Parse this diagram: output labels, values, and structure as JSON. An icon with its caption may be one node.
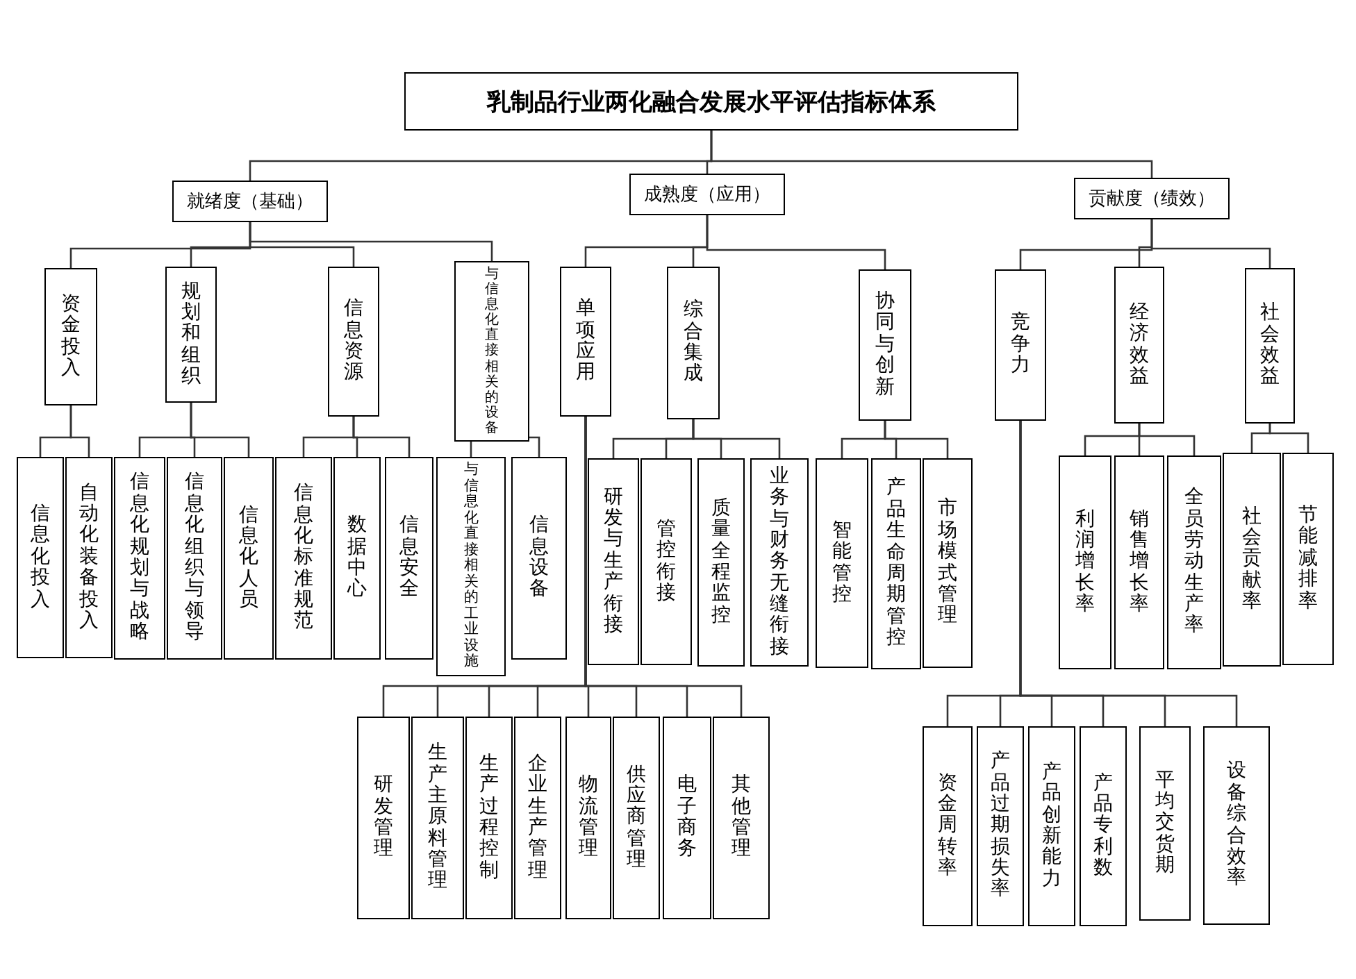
{
  "diagram": {
    "nodes": [
      {
        "text": [
          "乳制品行业两化融合发展水平评估指标体系"
        ]
      },
      {
        "text": [
          "就绪度（基础）"
        ]
      },
      {
        "text": [
          "成熟度（应用）"
        ]
      },
      {
        "text": [
          "贡献度（绩效）"
        ]
      },
      {
        "text": [
          "资金投入"
        ]
      },
      {
        "text": [
          "规划和组织"
        ]
      },
      {
        "text": [
          "信息资源"
        ]
      },
      {
        "text": [
          "与信息化直接相关的设备"
        ]
      },
      {
        "text": [
          "单项应用"
        ]
      },
      {
        "text": [
          "综合集成"
        ]
      },
      {
        "text": [
          "协同与创新"
        ]
      },
      {
        "text": [
          "竞争力"
        ]
      },
      {
        "text": [
          "经济效益"
        ]
      },
      {
        "text": [
          "社会效益"
        ]
      },
      {
        "text": [
          "信息化投入"
        ]
      },
      {
        "text": [
          "自动化装备投入"
        ]
      },
      {
        "text": [
          "信息化规划与战略"
        ]
      },
      {
        "text": [
          "信息化组织与领导"
        ]
      },
      {
        "text": [
          "信息化人员"
        ]
      },
      {
        "text": [
          "信息化标准规范"
        ]
      },
      {
        "text": [
          "数据中心"
        ]
      },
      {
        "text": [
          "信息安全"
        ]
      },
      {
        "text": [
          "与信息化直接相关的工业设施"
        ]
      },
      {
        "text": [
          "信息设备"
        ]
      },
      {
        "text": [
          "研发与生产衔接"
        ]
      },
      {
        "text": [
          "管控衔接"
        ]
      },
      {
        "text": [
          "质量全程监控"
        ]
      },
      {
        "text": [
          "业务与财务无缝衔接"
        ]
      },
      {
        "text": [
          "智能管控"
        ]
      },
      {
        "text": [
          "产品生命周期管控"
        ]
      },
      {
        "text": [
          "市场模式管理"
        ]
      },
      {
        "text": [
          "利润增长率"
        ]
      },
      {
        "text": [
          "销售增长率"
        ]
      },
      {
        "text": [
          "全员劳动生产率"
        ]
      },
      {
        "text": [
          "社会贡献率"
        ]
      },
      {
        "text": [
          "节能减排率"
        ]
      },
      {
        "text": [
          "研发管理"
        ]
      },
      {
        "text": [
          "生产主原料管理"
        ]
      },
      {
        "text": [
          "生产过程控制"
        ]
      },
      {
        "text": [
          "企业生产管理"
        ]
      },
      {
        "text": [
          "物流管理"
        ]
      },
      {
        "text": [
          "供应商管理"
        ]
      },
      {
        "text": [
          "电子商务"
        ]
      },
      {
        "text": [
          "其他管理"
        ]
      },
      {
        "text": [
          "资金周转率"
        ]
      },
      {
        "text": [
          "产品过期损失率"
        ]
      },
      {
        "text": [
          "产品创新能力"
        ]
      },
      {
        "text": [
          "产品专利数"
        ]
      },
      {
        "text": [
          "平均交货期"
        ]
      },
      {
        "text": [
          "设备综合效率"
        ]
      }
    ],
    "edges": [
      {
        "from": 0,
        "to": 1,
        "arrow": "none"
      },
      {
        "from": 0,
        "to": 2,
        "arrow": "none"
      },
      {
        "from": 0,
        "to": 3,
        "arrow": "none"
      },
      {
        "from": 1,
        "to": 4,
        "arrow": "none"
      },
      {
        "from": 1,
        "to": 5,
        "arrow": "none"
      },
      {
        "from": 1,
        "to": 6,
        "arrow": "none"
      },
      {
        "from": 1,
        "to": 7,
        "arrow": "none"
      },
      {
        "from": 2,
        "to": 8,
        "arrow": "none"
      },
      {
        "from": 2,
        "to": 9,
        "arrow": "none"
      },
      {
        "from": 2,
        "to": 10,
        "arrow": "none"
      },
      {
        "from": 3,
        "to": 11,
        "arrow": "none"
      },
      {
        "from": 3,
        "to": 12,
        "arrow": "none"
      },
      {
        "from": 3,
        "to": 13,
        "arrow": "none"
      },
      {
        "from": 4,
        "to": 14,
        "arrow": "none"
      },
      {
        "from": 4,
        "to": 15,
        "arrow": "none"
      },
      {
        "from": 5,
        "to": 16,
        "arrow": "none"
      },
      {
        "from": 5,
        "to": 17,
        "arrow": "none"
      },
      {
        "from": 5,
        "to": 18,
        "arrow": "none"
      },
      {
        "from": 6,
        "to": 19,
        "arrow": "none"
      },
      {
        "from": 6,
        "to": 20,
        "arrow": "none"
      },
      {
        "from": 6,
        "to": 21,
        "arrow": "none"
      },
      {
        "from": 7,
        "to": 22,
        "arrow": "none"
      },
      {
        "from": 7,
        "to": 23,
        "arrow": "none"
      },
      {
        "from": 9,
        "to": 24,
        "arrow": "none"
      },
      {
        "from": 9,
        "to": 25,
        "arrow": "none"
      },
      {
        "from": 9,
        "to": 26,
        "arrow": "none"
      },
      {
        "from": 9,
        "to": 27,
        "arrow": "none"
      },
      {
        "from": 10,
        "to": 28,
        "arrow": "none"
      },
      {
        "from": 10,
        "to": 29,
        "arrow": "none"
      },
      {
        "from": 10,
        "to": 30,
        "arrow": "none"
      },
      {
        "from": 12,
        "to": 31,
        "arrow": "none"
      },
      {
        "from": 12,
        "to": 32,
        "arrow": "none"
      },
      {
        "from": 12,
        "to": 33,
        "arrow": "none"
      },
      {
        "from": 13,
        "to": 34,
        "arrow": "none"
      },
      {
        "from": 13,
        "to": 35,
        "arrow": "none"
      },
      {
        "from": 8,
        "to": 36,
        "arrow": "none"
      },
      {
        "from": 8,
        "to": 37,
        "arrow": "none"
      },
      {
        "from": 8,
        "to": 38,
        "arrow": "none"
      },
      {
        "from": 8,
        "to": 39,
        "arrow": "none"
      },
      {
        "from": 8,
        "to": 40,
        "arrow": "none"
      },
      {
        "from": 8,
        "to": 41,
        "arrow": "none"
      },
      {
        "from": 8,
        "to": 42,
        "arrow": "none"
      },
      {
        "from": 8,
        "to": 43,
        "arrow": "none"
      },
      {
        "from": 11,
        "to": 44,
        "arrow": "none"
      },
      {
        "from": 11,
        "to": 45,
        "arrow": "none"
      },
      {
        "from": 11,
        "to": 46,
        "arrow": "none"
      },
      {
        "from": 11,
        "to": 47,
        "arrow": "none"
      },
      {
        "from": 11,
        "to": 48,
        "arrow": "none"
      },
      {
        "from": 11,
        "to": 49,
        "arrow": "none"
      }
    ]
  }
}
